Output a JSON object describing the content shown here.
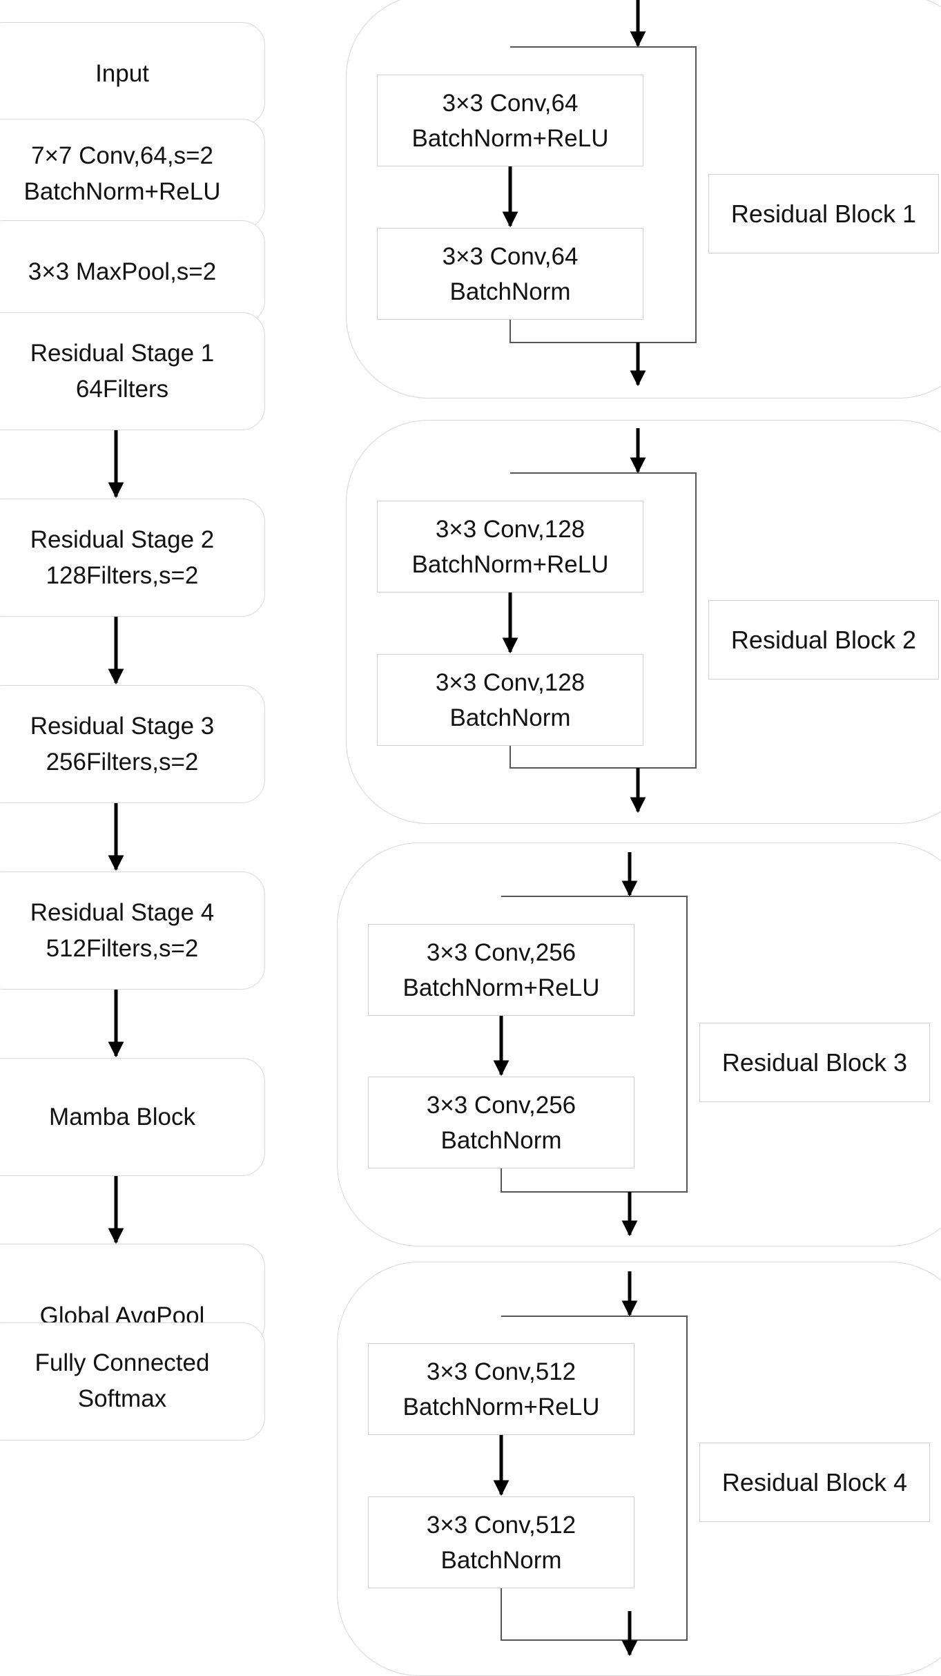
{
  "pipeline": {
    "stages": [
      {
        "lines": [
          "Input"
        ]
      },
      {
        "lines": [
          "7×7 Conv,64,s=2",
          "BatchNorm+ReLU"
        ]
      },
      {
        "lines": [
          "3×3 MaxPool,s=2"
        ]
      },
      {
        "lines": [
          "Residual Stage 1",
          "64Filters"
        ]
      },
      {
        "lines": [
          "Residual Stage 2",
          "128Filters,s=2"
        ]
      },
      {
        "lines": [
          "Residual Stage 3",
          "256Filters,s=2"
        ]
      },
      {
        "lines": [
          "Residual Stage 4",
          "512Filters,s=2"
        ]
      },
      {
        "lines": [
          "Mamba Block"
        ]
      },
      {
        "lines": [
          "Global AvgPool"
        ]
      },
      {
        "lines": [
          "Fully Connected",
          "Softmax"
        ]
      }
    ]
  },
  "residual_blocks": [
    {
      "label": "Residual Block 1",
      "conv1": [
        "3×3 Conv,64",
        "BatchNorm+ReLU"
      ],
      "conv2": [
        "3×3 Conv,64",
        "BatchNorm"
      ]
    },
    {
      "label": "Residual Block 2",
      "conv1": [
        "3×3 Conv,128",
        "BatchNorm+ReLU"
      ],
      "conv2": [
        "3×3 Conv,128",
        "BatchNorm"
      ]
    },
    {
      "label": "Residual Block 3",
      "conv1": [
        "3×3 Conv,256",
        "BatchNorm+ReLU"
      ],
      "conv2": [
        "3×3 Conv,256",
        "BatchNorm"
      ]
    },
    {
      "label": "Residual Block 4",
      "conv1": [
        "3×3 Conv,512",
        "BatchNorm+ReLU"
      ],
      "conv2": [
        "3×3 Conv,512",
        "BatchNorm"
      ]
    }
  ]
}
